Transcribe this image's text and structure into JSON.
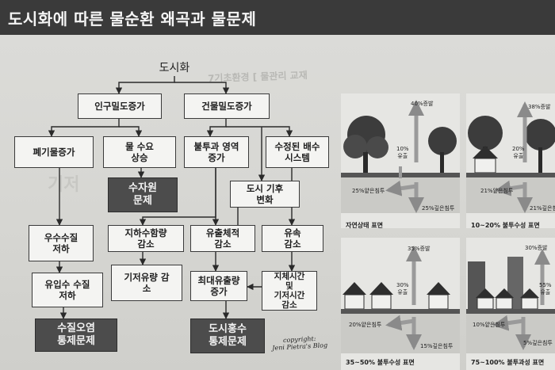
{
  "header": {
    "title": "도시화에 따른 물순환 왜곡과 물문제"
  },
  "background_text": {
    "line1": "7기초환경 [ 물관리 교재"
  },
  "flow": {
    "root": "도시화",
    "population_density": "인구밀도증가",
    "building_density": "건물밀도증가",
    "waste_increase": "폐기물증가",
    "water_demand": "물 수요\n상승",
    "impervious": "불투과 영역\n증가",
    "drainage": "수정된 배수\n시스템",
    "water_resource_problem": "수자원\n문제",
    "urban_climate": "도시 기후\n변화",
    "quality_degradation": "우수수질\n저하",
    "groundwater_recharge": "지하수함량\n감소",
    "runoff_volume": "유출체적\n감소",
    "flow_velocity": "유속\n감소",
    "inflow_quality": "유입수 수질\n저하",
    "base_flow": "기저유량 감\n소",
    "peak_flow": "최대유출량\n증가",
    "lag_time": "지체시간\n및\n기저시간\n감소",
    "water_quality_control": "수질오염\n통제문제",
    "flood_control": "도시홍수\n통제문제"
  },
  "copyright": "copyright:\nJeni Pietra's Blog",
  "illustrations": [
    {
      "label": "자연상태 표면",
      "evaporation": "40%증발",
      "runoff": "10%\n유출",
      "shallow": "25%얕은침투",
      "deep": "25%깊은침투"
    },
    {
      "label": "10~20% 불투수성 표면",
      "evaporation": "38%증발",
      "runoff": "20%\n유출",
      "shallow": "21%얕은침투",
      "deep": "21%깊은침투"
    },
    {
      "label": "35~50% 불투수성 표면",
      "evaporation": "35%증발",
      "runoff": "30%\n유출",
      "shallow": "20%얕은침투",
      "deep": "15%깊은침투"
    },
    {
      "label": "75~100% 불투과성 표면",
      "evaporation": "30%증발",
      "runoff": "55%\n유출",
      "shallow": "10%얕은침투",
      "deep": "5%깊은침투"
    }
  ]
}
